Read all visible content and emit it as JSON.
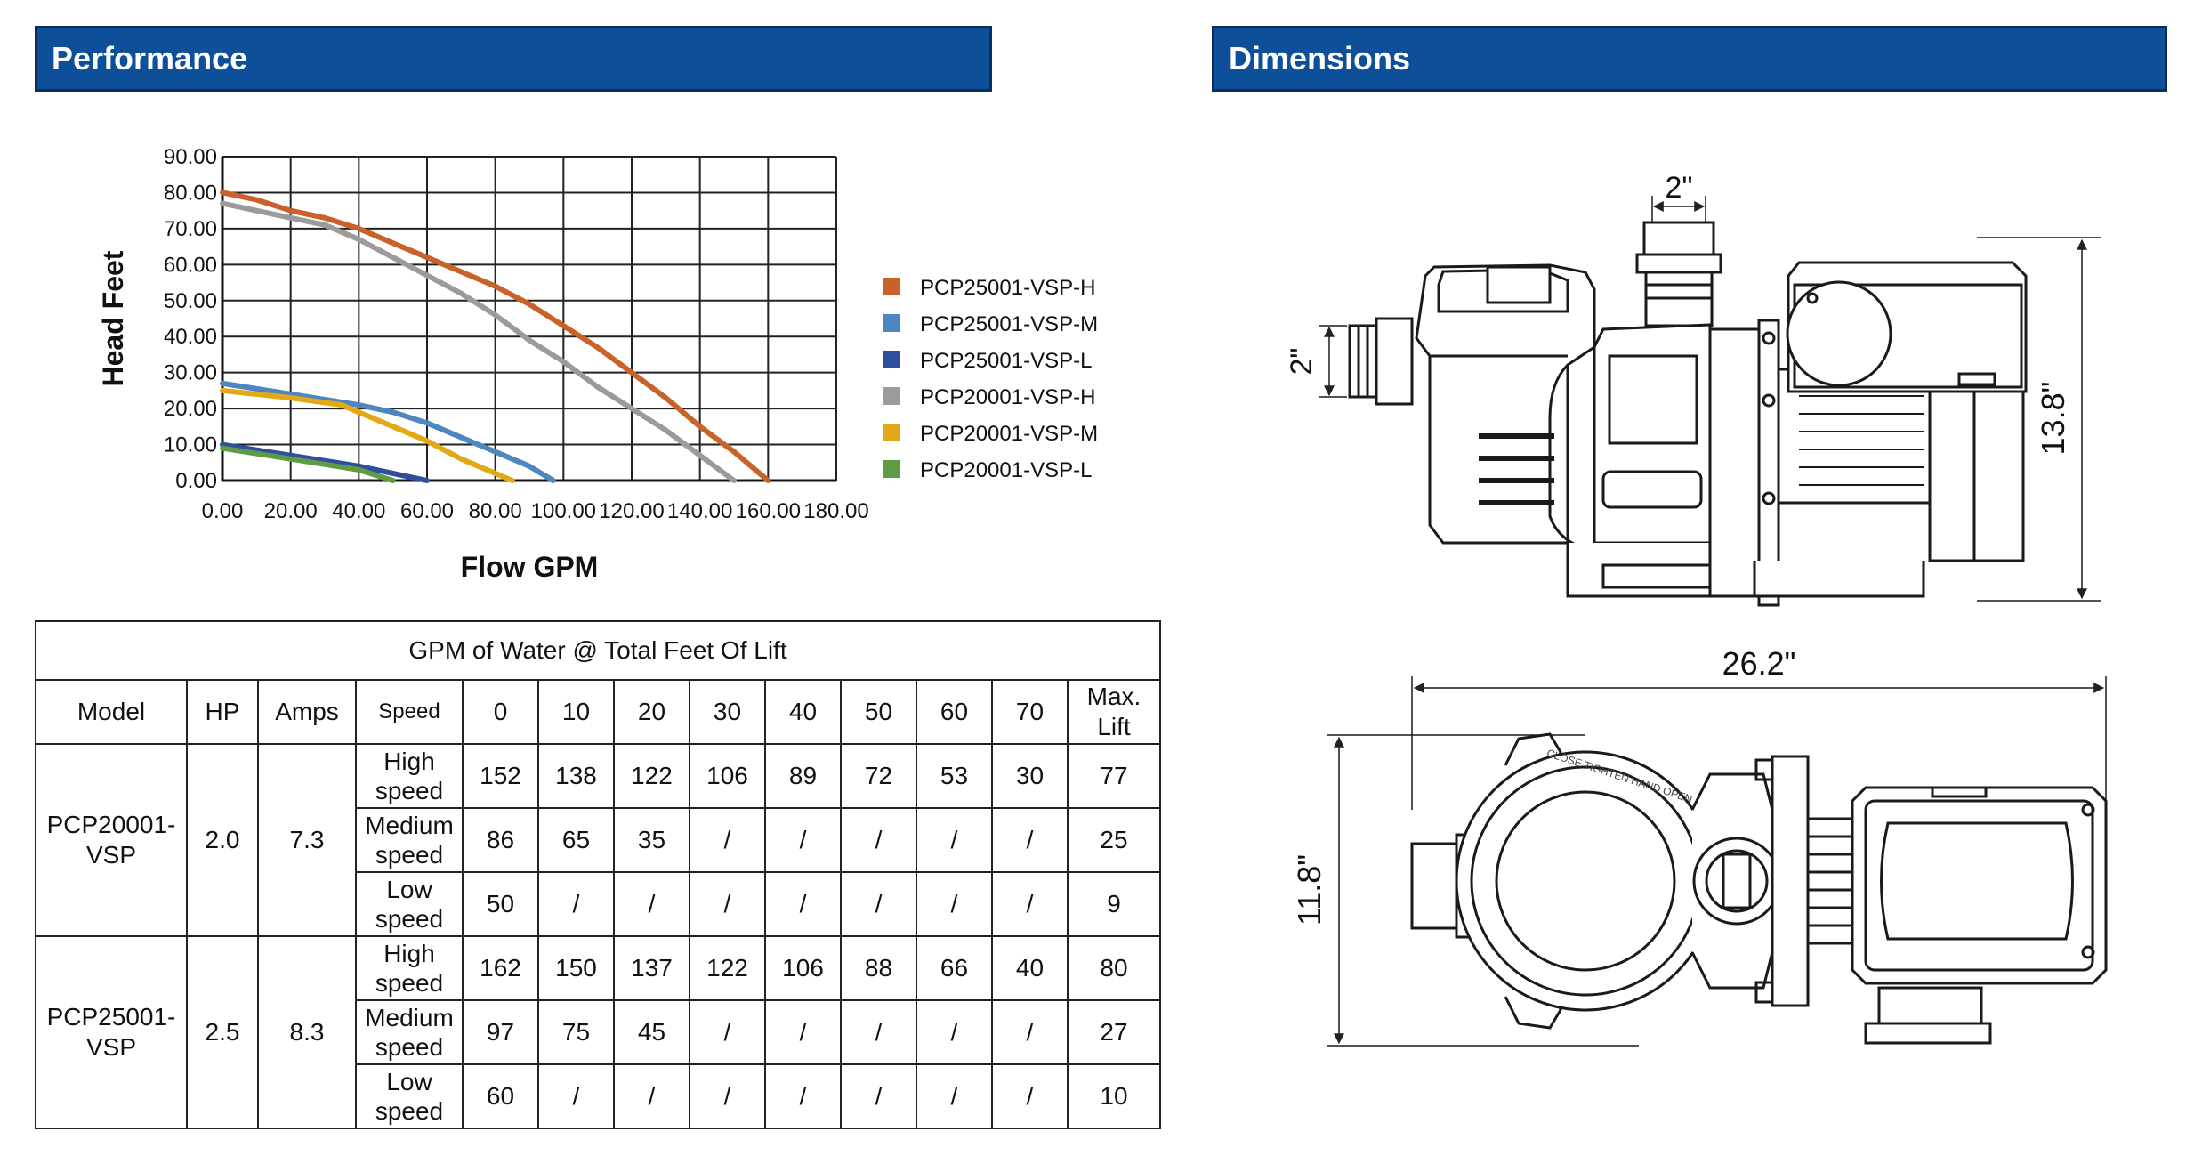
{
  "headers": {
    "performance": "Performance",
    "dimensions": "Dimensions"
  },
  "chart_data": {
    "type": "line",
    "xlabel": "Flow GPM",
    "ylabel": "Head Feet",
    "xlim": [
      0,
      180
    ],
    "ylim": [
      0,
      90
    ],
    "x_ticks": [
      "0.00",
      "20.00",
      "40.00",
      "60.00",
      "80.00",
      "100.00",
      "120.00",
      "140.00",
      "160.00",
      "180.00"
    ],
    "y_ticks": [
      "0.00",
      "10.00",
      "20.00",
      "30.00",
      "40.00",
      "50.00",
      "60.00",
      "70.00",
      "80.00",
      "90.00"
    ],
    "grid": true,
    "legend": "right",
    "series": [
      {
        "name": "PCP25001-VSP-H",
        "color": "#c8622a",
        "points": [
          [
            0,
            80
          ],
          [
            10,
            78
          ],
          [
            20,
            75
          ],
          [
            30,
            73
          ],
          [
            40,
            70
          ],
          [
            50,
            66
          ],
          [
            60,
            62
          ],
          [
            70,
            58
          ],
          [
            80,
            54
          ],
          [
            90,
            49
          ],
          [
            100,
            43
          ],
          [
            110,
            37
          ],
          [
            120,
            30
          ],
          [
            130,
            23
          ],
          [
            140,
            15
          ],
          [
            150,
            8
          ],
          [
            160,
            0
          ]
        ]
      },
      {
        "name": "PCP25001-VSP-M",
        "color": "#4e86bf",
        "points": [
          [
            0,
            27
          ],
          [
            20,
            24
          ],
          [
            40,
            21
          ],
          [
            50,
            19
          ],
          [
            60,
            16
          ],
          [
            70,
            12
          ],
          [
            80,
            8
          ],
          [
            90,
            4
          ],
          [
            97,
            0
          ]
        ]
      },
      {
        "name": "PCP25001-VSP-L",
        "color": "#2f4f9a",
        "points": [
          [
            0,
            10
          ],
          [
            20,
            7
          ],
          [
            40,
            4
          ],
          [
            50,
            2
          ],
          [
            60,
            0
          ]
        ]
      },
      {
        "name": "PCP20001-VSP-H",
        "color": "#9b9b9b",
        "points": [
          [
            0,
            77
          ],
          [
            10,
            75
          ],
          [
            20,
            73
          ],
          [
            30,
            71
          ],
          [
            40,
            67
          ],
          [
            50,
            62
          ],
          [
            60,
            57
          ],
          [
            70,
            52
          ],
          [
            80,
            46
          ],
          [
            90,
            39
          ],
          [
            100,
            33
          ],
          [
            110,
            26
          ],
          [
            120,
            20
          ],
          [
            130,
            14
          ],
          [
            140,
            7
          ],
          [
            150,
            0
          ]
        ]
      },
      {
        "name": "PCP20001-VSP-M",
        "color": "#e2a816",
        "points": [
          [
            0,
            25
          ],
          [
            20,
            23
          ],
          [
            35,
            21
          ],
          [
            40,
            19
          ],
          [
            50,
            15
          ],
          [
            60,
            11
          ],
          [
            70,
            6
          ],
          [
            80,
            2
          ],
          [
            85,
            0
          ]
        ]
      },
      {
        "name": "PCP20001-VSP-L",
        "color": "#5e9b45",
        "points": [
          [
            0,
            9
          ],
          [
            20,
            6
          ],
          [
            40,
            3
          ],
          [
            50,
            0
          ]
        ]
      }
    ]
  },
  "table": {
    "caption": "GPM of Water @ Total Feet Of Lift",
    "columns": [
      "Model",
      "HP",
      "Amps",
      "Speed",
      "0",
      "10",
      "20",
      "30",
      "40",
      "50",
      "60",
      "70",
      "Max. Lift"
    ],
    "models": [
      {
        "model": "PCP20001-VSP",
        "hp": "2.0",
        "amps": "7.3",
        "rows": [
          {
            "speed": "High speed",
            "values": [
              "152",
              "138",
              "122",
              "106",
              "89",
              "72",
              "53",
              "30",
              "77"
            ]
          },
          {
            "speed": "Medium speed",
            "values": [
              "86",
              "65",
              "35",
              "/",
              "/",
              "/",
              "/",
              "/",
              "25"
            ]
          },
          {
            "speed": "Low speed",
            "values": [
              "50",
              "/",
              "/",
              "/",
              "/",
              "/",
              "/",
              "/",
              "9"
            ]
          }
        ]
      },
      {
        "model": "PCP25001-VSP",
        "hp": "2.5",
        "amps": "8.3",
        "rows": [
          {
            "speed": "High speed",
            "values": [
              "162",
              "150",
              "137",
              "122",
              "106",
              "88",
              "66",
              "40",
              "80"
            ]
          },
          {
            "speed": "Medium speed",
            "values": [
              "97",
              "75",
              "45",
              "/",
              "/",
              "/",
              "/",
              "/",
              "27"
            ]
          },
          {
            "speed": "Low speed",
            "values": [
              "60",
              "/",
              "/",
              "/",
              "/",
              "/",
              "/",
              "/",
              "10"
            ]
          }
        ]
      }
    ]
  },
  "dimensions": {
    "port_top": "2\"",
    "port_side": "2\"",
    "height": "13.8\"",
    "length": "26.2\"",
    "width": "11.8\"",
    "cover_text": "CLOSE TIGHTEN HAND OPEN"
  }
}
